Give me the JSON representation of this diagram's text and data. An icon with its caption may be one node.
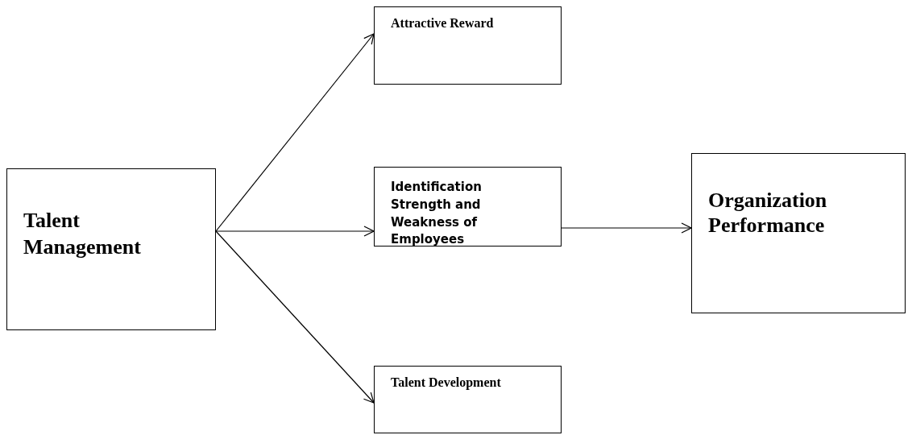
{
  "diagram": {
    "nodes": [
      {
        "text": [
          "Talent Management"
        ]
      },
      {
        "text": [
          "Attractive Reward"
        ]
      },
      {
        "text": [
          "Identification Strength and Weakness of Employees"
        ]
      },
      {
        "text": [
          "Talent Development"
        ]
      },
      {
        "text": [
          "Organization Performance"
        ]
      }
    ],
    "edges": [
      {
        "from": 0,
        "to": 1,
        "arrow": "to"
      },
      {
        "from": 0,
        "to": 2,
        "arrow": "to"
      },
      {
        "from": 0,
        "to": 3,
        "arrow": "to"
      },
      {
        "from": 2,
        "to": 4,
        "arrow": "to"
      }
    ]
  }
}
